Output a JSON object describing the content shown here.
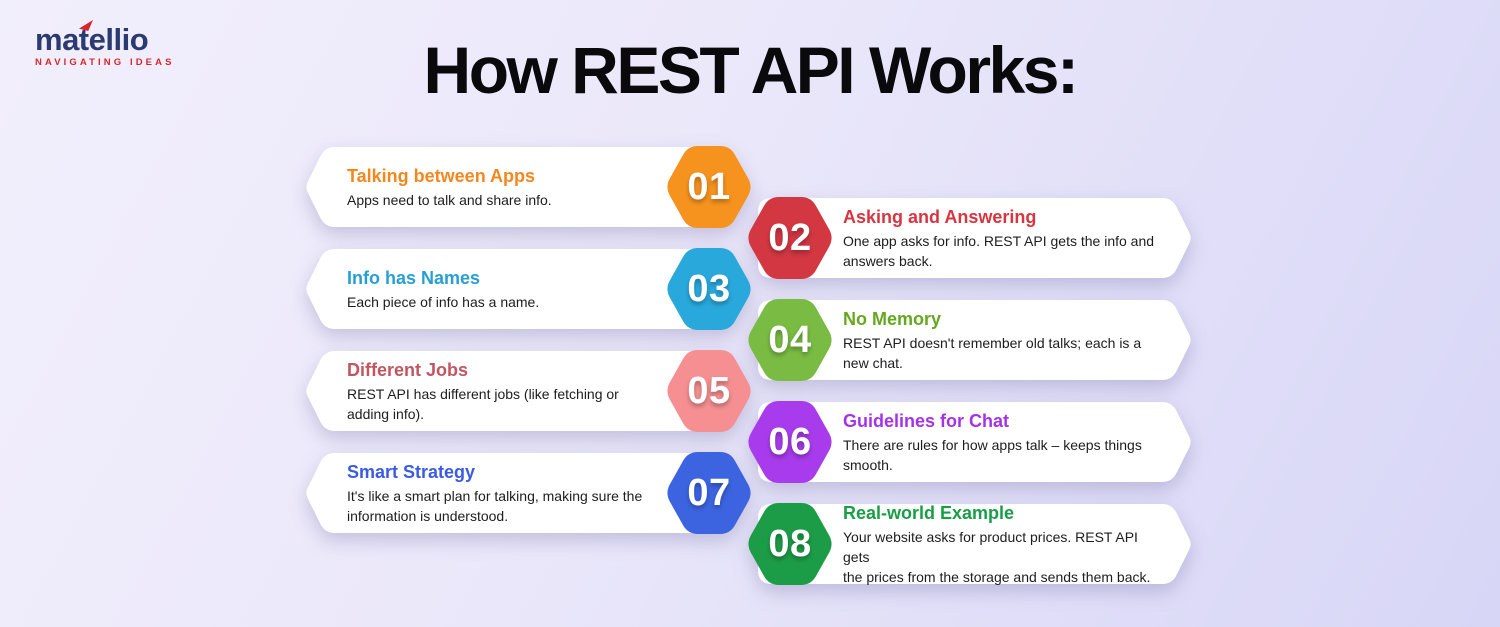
{
  "page": {
    "title": "How REST API Works:",
    "title_color": "#0a0a0c",
    "background_css": "linear-gradient(118deg, #f2effc 0%, #eae7fa 45%, #d7d6f6 100%)",
    "card_color": "#ffffff"
  },
  "logo": {
    "brand": "matellio",
    "tagline": "NAVIGATING IDEAS",
    "brand_color": "#2b3a70",
    "tagline_color": "#d8262e",
    "flag_color": "#d8262e"
  },
  "steps": [
    {
      "number": "01",
      "title": "Talking between Apps",
      "description": "Apps need to talk and share info.",
      "accent": "#f5871f",
      "badge": "#f6921e"
    },
    {
      "number": "02",
      "title": "Asking and Answering",
      "description": "One app asks for info. REST API gets the info and\nanswers back.",
      "accent": "#d93540",
      "badge": "#d23742"
    },
    {
      "number": "03",
      "title": "Info has Names",
      "description": "Each piece of info has a name.",
      "accent": "#279fd4",
      "badge": "#29a8dc"
    },
    {
      "number": "04",
      "title": "No Memory",
      "description": "REST API doesn't remember old talks; each is a\nnew chat.",
      "accent": "#64a81f",
      "badge": "#7abb43"
    },
    {
      "number": "05",
      "title": "Different Jobs",
      "description": "REST API has different jobs (like fetching or\nadding info).",
      "accent": "#c25660",
      "badge": "#f58f92"
    },
    {
      "number": "06",
      "title": "Guidelines for Chat",
      "description": "There are rules for how apps talk – keeps things\nsmooth.",
      "accent": "#a432ea",
      "badge": "#a83cec"
    },
    {
      "number": "07",
      "title": "Smart Strategy",
      "description": "It's like a smart plan for talking, making sure the\ninformation is understood.",
      "accent": "#3a5be4",
      "badge": "#3c64e0"
    },
    {
      "number": "08",
      "title": "Real-world Example",
      "description": "Your website asks for product prices. REST API gets\nthe prices from the storage and sends them back.",
      "accent": "#189e46",
      "badge": "#1d9c48"
    }
  ]
}
